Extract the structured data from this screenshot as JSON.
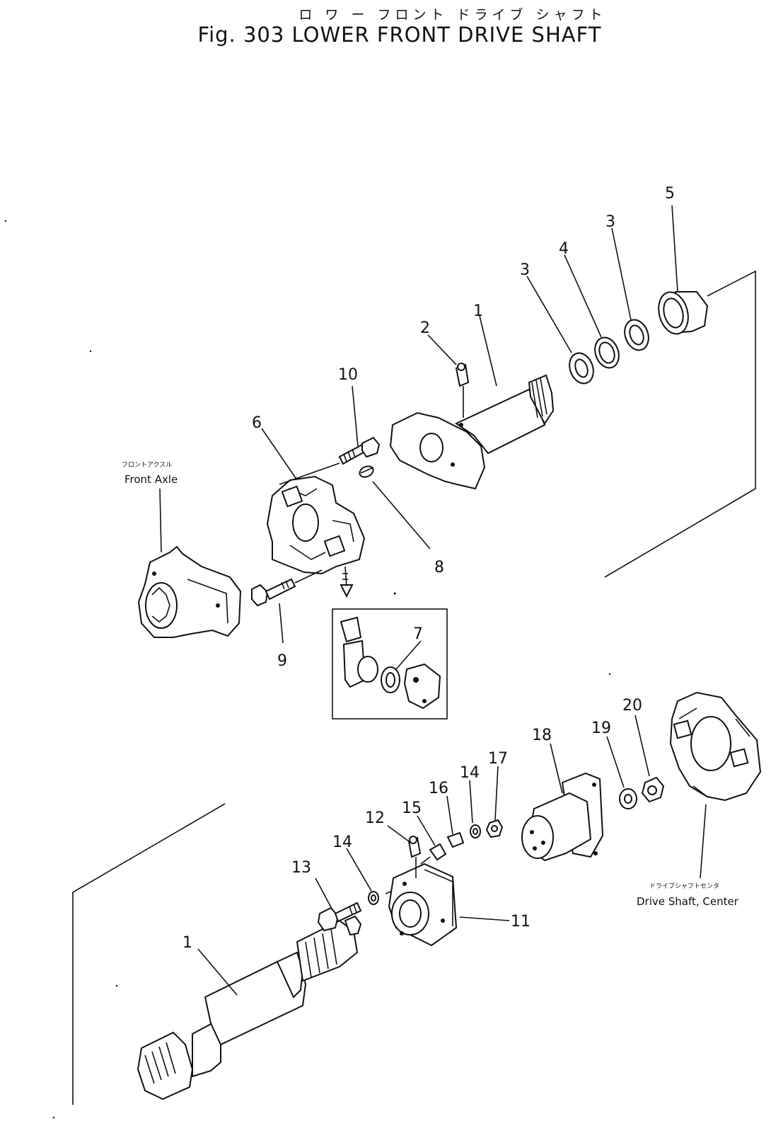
{
  "title": {
    "japanese": "ロ ワ ー フロント ドライブ シャフト",
    "english": "Fig. 303 LOWER FRONT DRIVE SHAFT"
  },
  "labels": {
    "front_axle_jp": "フロントアクスル",
    "front_axle": "Front Axle",
    "drive_shaft_center_jp": "ドライブシャフトセンタ",
    "drive_shaft_center": "Drive Shaft, Center"
  },
  "callouts": {
    "c1a": "1",
    "c2": "2",
    "c3a": "3",
    "c3b": "3",
    "c4": "4",
    "c5": "5",
    "c6": "6",
    "c7": "7",
    "c8": "8",
    "c9": "9",
    "c10": "10",
    "c11": "11",
    "c12": "12",
    "c13": "13",
    "c14a": "14",
    "c14b": "14",
    "c15": "15",
    "c16": "16",
    "c17": "17",
    "c18": "18",
    "c19": "19",
    "c20": "20",
    "c1b": "1"
  }
}
